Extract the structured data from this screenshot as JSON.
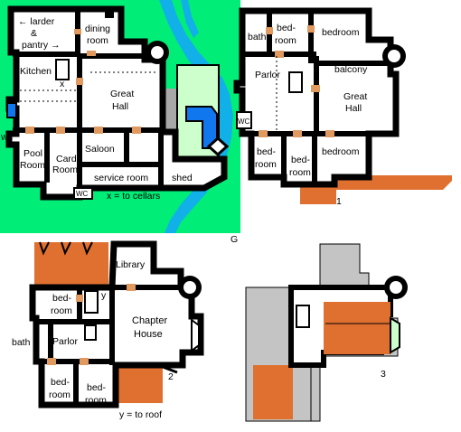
{
  "colors": {
    "grass": "#00ee77",
    "river": "#11b0e8",
    "pond": "#1177ee",
    "roof": "#e07030",
    "lead_roof": "#c4c4c4",
    "paving": "#a8a8a8",
    "lawn": "#ccffcc",
    "wall": "#000000",
    "floor": "#ffffff",
    "door": "#e09a60"
  },
  "plan_ground": {
    "rooms": {
      "larder": "← larder",
      "amp": "&",
      "pantry": "pantry →",
      "dining_1": "dining",
      "dining_2": "room",
      "kitchen": "Kitchen",
      "x_mark": "x",
      "great_hall_1": "Great",
      "great_hall_2": "Hall",
      "wc_left": "WC",
      "pool_1": "Pool",
      "pool_2": "Room",
      "card_1": "Card",
      "card_2": "Room",
      "saloon": "Saloon",
      "service": "service room",
      "shed": "shed",
      "wc_bottom": "WC"
    },
    "legend": "x = to cellars",
    "corner_label": "G"
  },
  "plan_first": {
    "rooms": {
      "bath": "bath",
      "bedroom_a_1": "bed-",
      "bedroom_a_2": "room",
      "bedroom_b": "bedroom",
      "parlor": "Parlor",
      "balcony": "balcony",
      "great_hall_1": "Great",
      "great_hall_2": "Hall",
      "wc": "WC",
      "bedroom_c_1": "bed-",
      "bedroom_c_2": "room",
      "bedroom_d_1": "bed-",
      "bedroom_d_2": "room",
      "bedroom_e": "bedroom"
    },
    "floor_number": "1"
  },
  "plan_second": {
    "rooms": {
      "library": "Library",
      "bedroom_a_1": "bed-",
      "bedroom_a_2": "room",
      "y_mark": "y",
      "chapter_1": "Chapter",
      "chapter_2": "House",
      "bath": "bath",
      "parlor": "Parlor",
      "bedroom_b_1": "bed-",
      "bedroom_b_2": "room",
      "bedroom_c_1": "bed-",
      "bedroom_c_2": "room"
    },
    "legend": "y = to roof",
    "floor_number": "2"
  },
  "plan_third": {
    "floor_number": "3"
  }
}
